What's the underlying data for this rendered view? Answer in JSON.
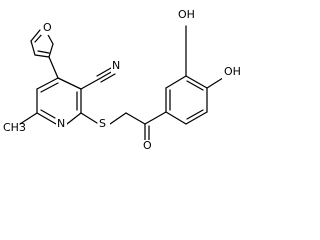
{
  "structure": {
    "labels": {
      "furan_oxygen": "O",
      "nitrile_nitrogen": "N",
      "pyridine_nitrogen": "N",
      "thioether_sulfur": "S",
      "ketone_oxygen": "O",
      "hydroxyl_top": "OH",
      "hydroxyl_right": "OH",
      "methyl": "CH3"
    }
  }
}
